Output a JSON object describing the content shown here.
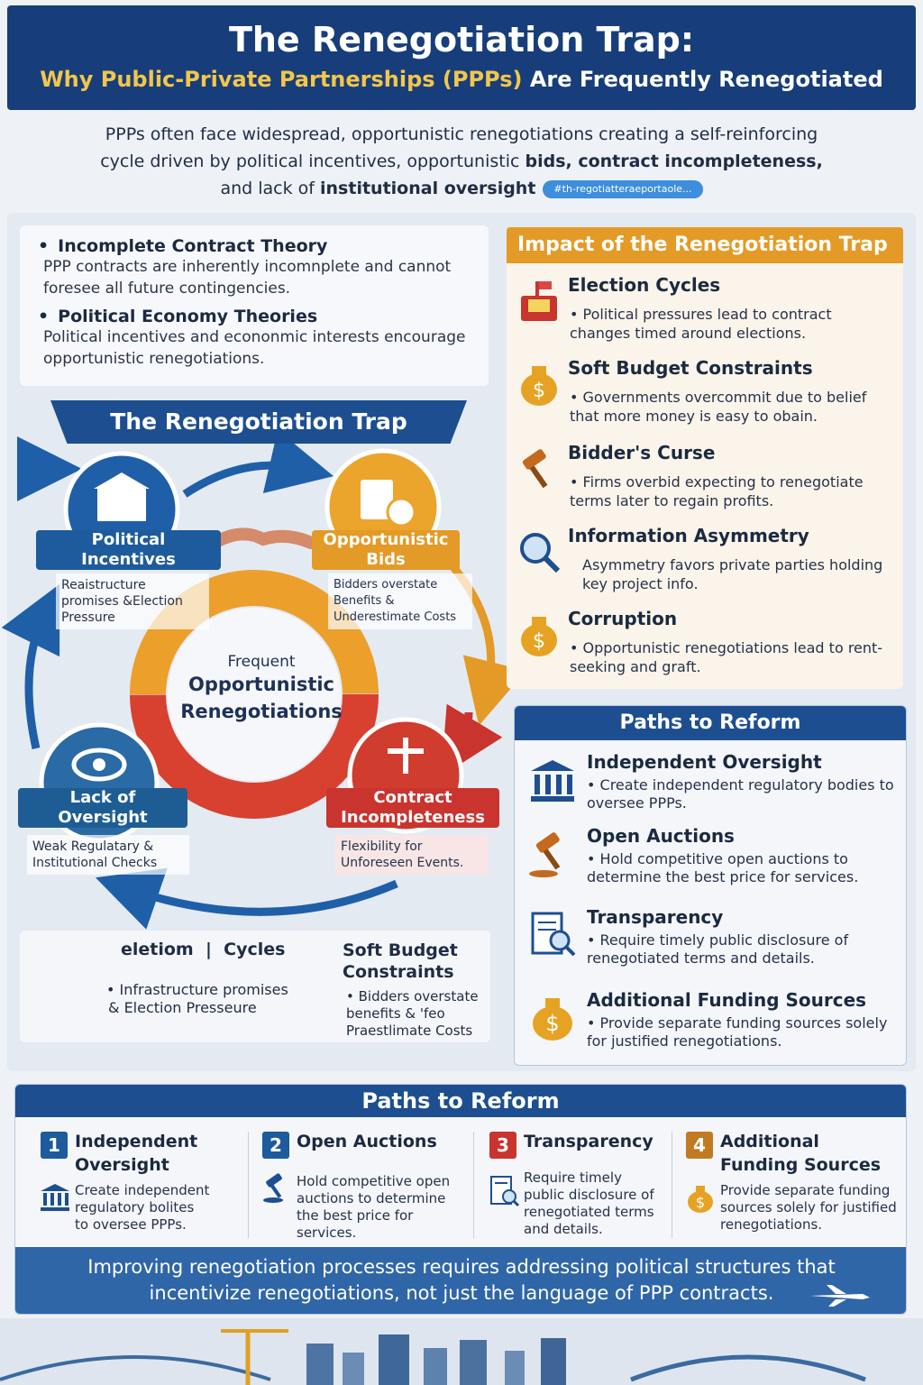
{
  "header": {
    "title": "The Renegotiation Trap:",
    "subtitle_part1": "Why Public-Private Partnerships (PPPs)",
    "subtitle_part2": "Are Frequently Renegotiated"
  },
  "intro": {
    "line1": "PPPs often face widespread, opportunistic renegotiations creating a self-reinforcing",
    "line2a": "cycle driven by political incentives, opportunistic",
    "line2b": "bids, contract incompleteness,",
    "line3a": "and lack of",
    "line3b": "institutional oversight",
    "hashtag": "#th-regotiatteraeportaole..."
  },
  "theories": [
    {
      "title": "Incomplete Contract Theory",
      "desc": "PPP contracts are inherently incomnplete and cannot foresee all future contingencies."
    },
    {
      "title": "Political Economy Theories",
      "desc": "Political incentives and econonmic interests encourage opportunistic renegotiations."
    }
  ],
  "trap": {
    "banner": "The Renegotiation Trap",
    "center_small": "Frequent",
    "center_big1": "Opportunistic",
    "center_big2": "Renegotiations",
    "nodes": {
      "political": {
        "label1": "Political",
        "label2": "Incentives",
        "sub1": "Reaistructure",
        "sub2": "promises &Election",
        "sub3": "Pressure"
      },
      "bids": {
        "label1": "Opportunistic",
        "label2": "Bids",
        "sub1": "Bidders overstate",
        "sub2": "Benefits &",
        "sub3": "Underestimate Costs"
      },
      "oversight": {
        "label1": "Lack of",
        "label2": "Oversight",
        "sub1": "Weak Regulatary &",
        "sub2": "Institutional Checks"
      },
      "contract": {
        "label1": "Contract",
        "label2": "Incompleteness",
        "sub1": "Flexibility for",
        "sub2": "Unforeseen Events."
      }
    }
  },
  "cycle_box": {
    "left_title_a": "eletiom",
    "left_title_b": "Cycles",
    "left_desc1": "Infrastructure promises",
    "left_desc2": "& Election Presseure",
    "right_title1": "Soft Budget",
    "right_title2": "Constraints",
    "right_desc1": "Bidders overstate",
    "right_desc2": "benefits & 'feo",
    "right_desc3": "Praestlimate Costs"
  },
  "impact": {
    "heading": "Impact of the Renegotiation Trap",
    "items": [
      {
        "title": "Election Cycles",
        "desc": "Political pressures lead to contract changes timed around elections.",
        "icon": "ballot-box-icon"
      },
      {
        "title": "Soft Budget Constraints",
        "desc": "Governments overcommit due to belief that more money is easy to obain.",
        "icon": "money-bag-icon"
      },
      {
        "title": "Bidder's Curse",
        "desc": "Firms overbid expecting to renegotiate terms later to regain profits.",
        "icon": "gavel-icon"
      },
      {
        "title": "Information Asymmetry",
        "desc": "Asymmetry favors private parties holding key project info.",
        "icon": "magnifier-icon"
      },
      {
        "title": "Corruption",
        "desc": "Opportunistic renegotiations lead to rent-seeking and graft.",
        "icon": "money-bag-icon"
      }
    ]
  },
  "paths_side": {
    "heading": "Paths to Reform",
    "items": [
      {
        "title": "Independent Oversight",
        "desc": "Create independent regulatory bodies to oversee PPPs.",
        "icon": "institution-icon"
      },
      {
        "title": "Open Auctions",
        "desc": "Hold competitive open auctions to determine the best price for services.",
        "icon": "gavel-icon"
      },
      {
        "title": "Transparency",
        "desc": "Require timely public disclosure of renegotiated terms and details.",
        "icon": "document-search-icon"
      },
      {
        "title": "Additional Funding Sources",
        "desc": "Provide separate funding sources solely for justified renegotiations.",
        "icon": "money-bag-icon"
      }
    ]
  },
  "paths_bottom": {
    "heading": "Paths to Reform",
    "items": [
      {
        "num": "1",
        "title1": "Independent",
        "title2": "Oversight",
        "desc1": "Create independent",
        "desc2": "regulatory bolites",
        "desc3": "to oversee PPPs.",
        "color": "#1d5b9c"
      },
      {
        "num": "2",
        "title1": "Open Auctions",
        "title2": "",
        "desc1": "Hold competitive open",
        "desc2": "auctions to determine",
        "desc3": "the best price for services.",
        "color": "#1d5b9c"
      },
      {
        "num": "3",
        "title1": "Transparency",
        "title2": "",
        "desc1": "Require timely",
        "desc2": "public disclosure of",
        "desc3": "renegotiated terms",
        "desc4": "and details.",
        "color": "#c9342f"
      },
      {
        "num": "4",
        "title1": "Additional",
        "title2": "Funding Sources",
        "desc1": "Provide separate funding",
        "desc2": "sources solely for justified",
        "desc3": "renegotiations.",
        "color": "#c17a22"
      }
    ],
    "footer1": "Improving renegotiation processes requires addressing political structures that",
    "footer2": "incentivize renegotiations, not just the language of PPP contracts."
  },
  "colors": {
    "navy": "#173e7a",
    "blue": "#1d4f90",
    "orange": "#e39a26",
    "red": "#c9342f",
    "gold": "#f3c64b"
  }
}
